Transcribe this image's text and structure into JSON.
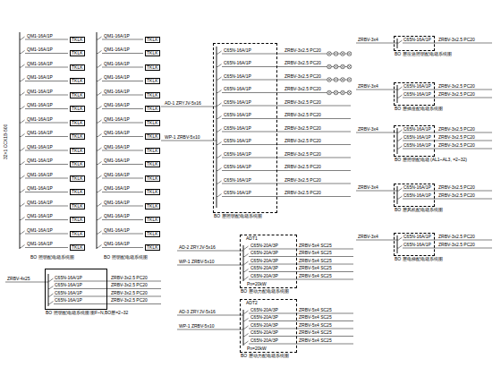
{
  "diagram": {
    "nodes": [
      {
        "text": [
          "BO 照明配电箱系统图 图F~N,BO层=2~32"
        ]
      },
      {
        "text": [
          "BO 层照明配电箱系统图"
        ]
      },
      {
        "text": [
          "ADT1",
          "BO 层动力配电箱系统图"
        ]
      },
      {
        "text": [
          "ADT2",
          "BO 层动力配电箱系统图"
        ]
      },
      {
        "text": [
          "BO 层应急照明配电箱系统图"
        ]
      },
      {
        "text": [
          "BO 层插座配电箱系统图"
        ]
      },
      {
        "text": [
          "BO 层照明配电箱 (AL1~AL3, =2~32)"
        ]
      },
      {
        "text": [
          "BO 层风机配电箱系统图"
        ]
      },
      {
        "text": [
          "BO 层电梯配电箱系统图"
        ]
      }
    ],
    "labels": [
      "32×1 CCX1B-500",
      "QM1-16A/1P",
      "TKLK",
      "QM1-16A/1P",
      "TKLK",
      "QM1-16A/1P",
      "TKLK",
      "QM1-16A/1P",
      "TKLK",
      "QM1-16A/1P",
      "TKLK",
      "QM1-16A/1P",
      "TKLK",
      "QM1-16A/1P",
      "TKLK",
      "QM1-16A/1P",
      "TKLK",
      "QM1-16A/1P",
      "TKLK",
      "QM1-16A/1P",
      "TKLK",
      "QM1-16A/1P",
      "TKLK",
      "QM1-16A/1P",
      "TKLK",
      "QM1-16A/1P",
      "TKLK",
      "QM1-16A/1P",
      "TKLK",
      "QM1-16A/1P",
      "TKLK",
      "QM1-16A/1P",
      "TKLK",
      "QM1-16A/1P",
      "TKLK",
      "QM1-16A/1P",
      "TKLK",
      "QM1-16A/1P",
      "TKLK",
      "QM1-16A/1P",
      "TKLK",
      "QM1-16A/1P",
      "TKLK",
      "QM1-16A/1P",
      "TKLK",
      "QM1-16A/1P",
      "TKLK",
      "QM1-16A/1P",
      "TKLK",
      "QM1-16A/1P",
      "TKLK",
      "QM1-16A/1P",
      "TKLK",
      "QM1-16A/1P",
      "TKLK",
      "QM1-16A/1P",
      "TKLK",
      "QM1-16A/1P",
      "TKLK",
      "QM1-16A/1P",
      "TKLK",
      "QM1-16A/1P",
      "TKLK",
      "QM1-16A/1P",
      "TKLK",
      "BO 照明配电箱系统图",
      "BO 照明配电箱系统图",
      "ZRBV-4x25",
      "C65N-16A/1P",
      "ZRBV-3x2.5 PC20",
      "C65N-16A/1P",
      "ZRBV-3x2.5 PC20",
      "C65N-16A/1P",
      "ZRBV-3x2.5 PC20",
      "C65N-16A/1P",
      "ZRBV-3x2.5 PC20",
      "AD-1 ZRYJV-5x16",
      "WP-1 ZRBV-5x10",
      "C65N-16A/1P",
      "ZRBV-3x2.5 PC20",
      "C65N-16A/1P",
      "ZRBV-3x2.5 PC20",
      "C65N-16A/1P",
      "ZRBV-3x2.5 PC20",
      "C65N-16A/1P",
      "ZRBV-3x2.5 PC20",
      "C65N-16A/1P",
      "ZRBV-3x2.5 PC20",
      "C65N-16A/1P",
      "ZRBV-3x2.5 PC20",
      "C65N-16A/1P",
      "ZRBV-3x2.5 PC20",
      "C65N-16A/1P",
      "ZRBV-3x2.5 PC20",
      "C65N-16A/1P",
      "ZRBV-3x2.5 PC20",
      "C65N-16A/1P",
      "ZRBV-3x2.5 PC20",
      "C65N-16A/1P",
      "ZRBV-3x2.5 PC20",
      "C65N-16A/1P",
      "ZRBV-3x2.5 PC20",
      "AD-2 ZRYJV-5x16",
      "WP-1 ZRBV-5x10",
      "C65N-20A/3P",
      "ZRBV-5x4 SC25",
      "C65N-20A/3P",
      "ZRBV-5x4 SC25",
      "C65N-20A/3P",
      "ZRBV-5x4 SC25",
      "C65N-20A/3P",
      "ZRBV-5x4 SC25",
      "C65N-20A/3P",
      "ZRBV-5x4 SC25",
      "Pn=20kW",
      "AD-3 ZRYJV-5x16",
      "WP-1 ZRBV-5x10",
      "C65N-20A/3P",
      "ZRBV-5x4 SC25",
      "C65N-20A/3P",
      "ZRBV-5x4 SC25",
      "C65N-20A/3P",
      "ZRBV-5x4 SC25",
      "C65N-20A/3P",
      "ZRBV-5x4 SC25",
      "C65N-20A/3P",
      "ZRBV-5x4 SC25",
      "Pn=20kW",
      "ZRBV-3x4",
      "C65N-16A/1P",
      "ZRBV-3x2.5 PC20",
      "ZRBV-3x4",
      "C65N-16A/1P",
      "ZRBV-3x2.5 PC20",
      "C65N-16A/1P",
      "ZRBV-3x2.5 PC20",
      "ZRBV-3x4",
      "C65N-16A/1P",
      "ZRBV-3x2.5 PC20",
      "C65N-16A/1P",
      "ZRBV-3x2.5 PC20",
      "C65N-16A/1P",
      "ZRBV-3x2.5 PC20",
      "ZRBV-3x4",
      "C65N-16A/1P",
      "ZRBV-3x2.5 PC20",
      "C65N-16A/1P",
      "ZRBV-3x2.5 PC20",
      "ZRBV-3x4",
      "C65N-16A/1P",
      "ZRBV-3x2.5 PC20",
      "C65N-16A/1P",
      "ZRBV-3x2.5 PC20"
    ]
  }
}
